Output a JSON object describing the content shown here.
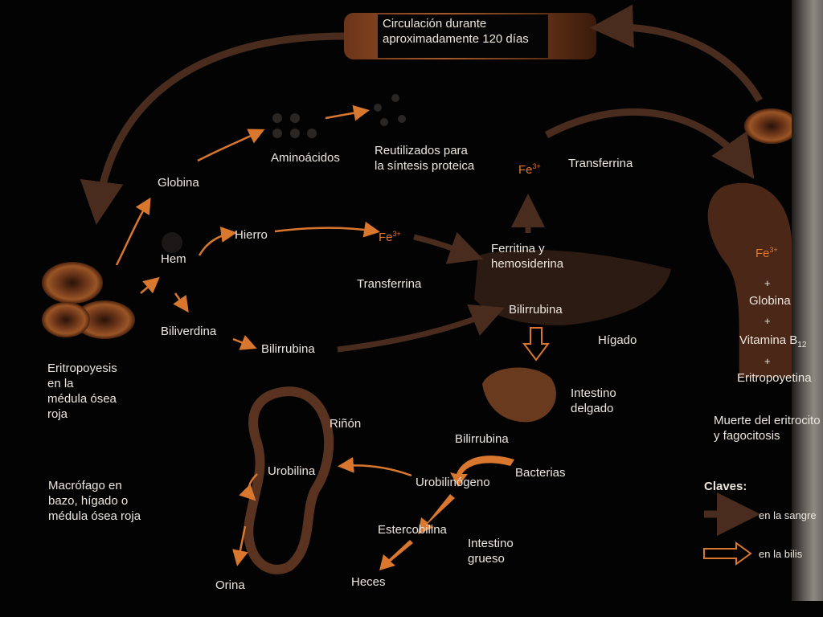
{
  "labels": {
    "circulation": "Circulación durante\naproximadamente 120 días",
    "aminoacidos": "Aminoácidos",
    "reutilizados": "Reutilizados para\nla síntesis proteica",
    "globina": "Globina",
    "hem": "Hem",
    "hierro": "Hierro",
    "fe_mid": "Fe",
    "fe_sup": "3+",
    "transferrina_mid": "Transferrina",
    "fe_top": "Fe",
    "transferrina_top": "Transferrina",
    "ferritina": "Ferritina y\nhemosiderina",
    "biliverdina": "Biliverdina",
    "bilirrubina_left": "Bilirrubina",
    "bilirrubina_liver": "Bilirrubina",
    "higado": "Hígado",
    "eritropoyesis": "Eritropoyesis\nen la\nmédula ósea\nroja",
    "intestino_delgado": "Intestino\ndelgado",
    "rinon": "Riñón",
    "bilirrubina_int": "Bilirrubina",
    "urobilina": "Urobilina",
    "bacterias": "Bacterias",
    "urobilinogeno": "Urobilinógeno",
    "macrofago": "Macrófago en\nbazo, hígado o\nmédula ósea roja",
    "estercobilina": "Estercobilina",
    "intestino_grueso": "Intestino\ngrueso",
    "heces": "Heces",
    "orina": "Orina",
    "fe_right": "Fe",
    "plus": "+",
    "globina_right": "Globina",
    "vitamina": "Vitamina B",
    "vitamina_sub": "12",
    "eritropoyetina": "Eritropoyetina",
    "muerte": "Muerte del eritrocito\ny  fagocitosis",
    "claves": "Claves:",
    "en_la_sangre": "en la sangre",
    "en_la_bilis": "en la bilis"
  },
  "colors": {
    "background": "#030303",
    "text": "#ece6de",
    "arrow": "#d9772f",
    "dark_arrow": "#4a2c1f",
    "organ": "#5a3220",
    "cell": "#7a3f1d"
  }
}
